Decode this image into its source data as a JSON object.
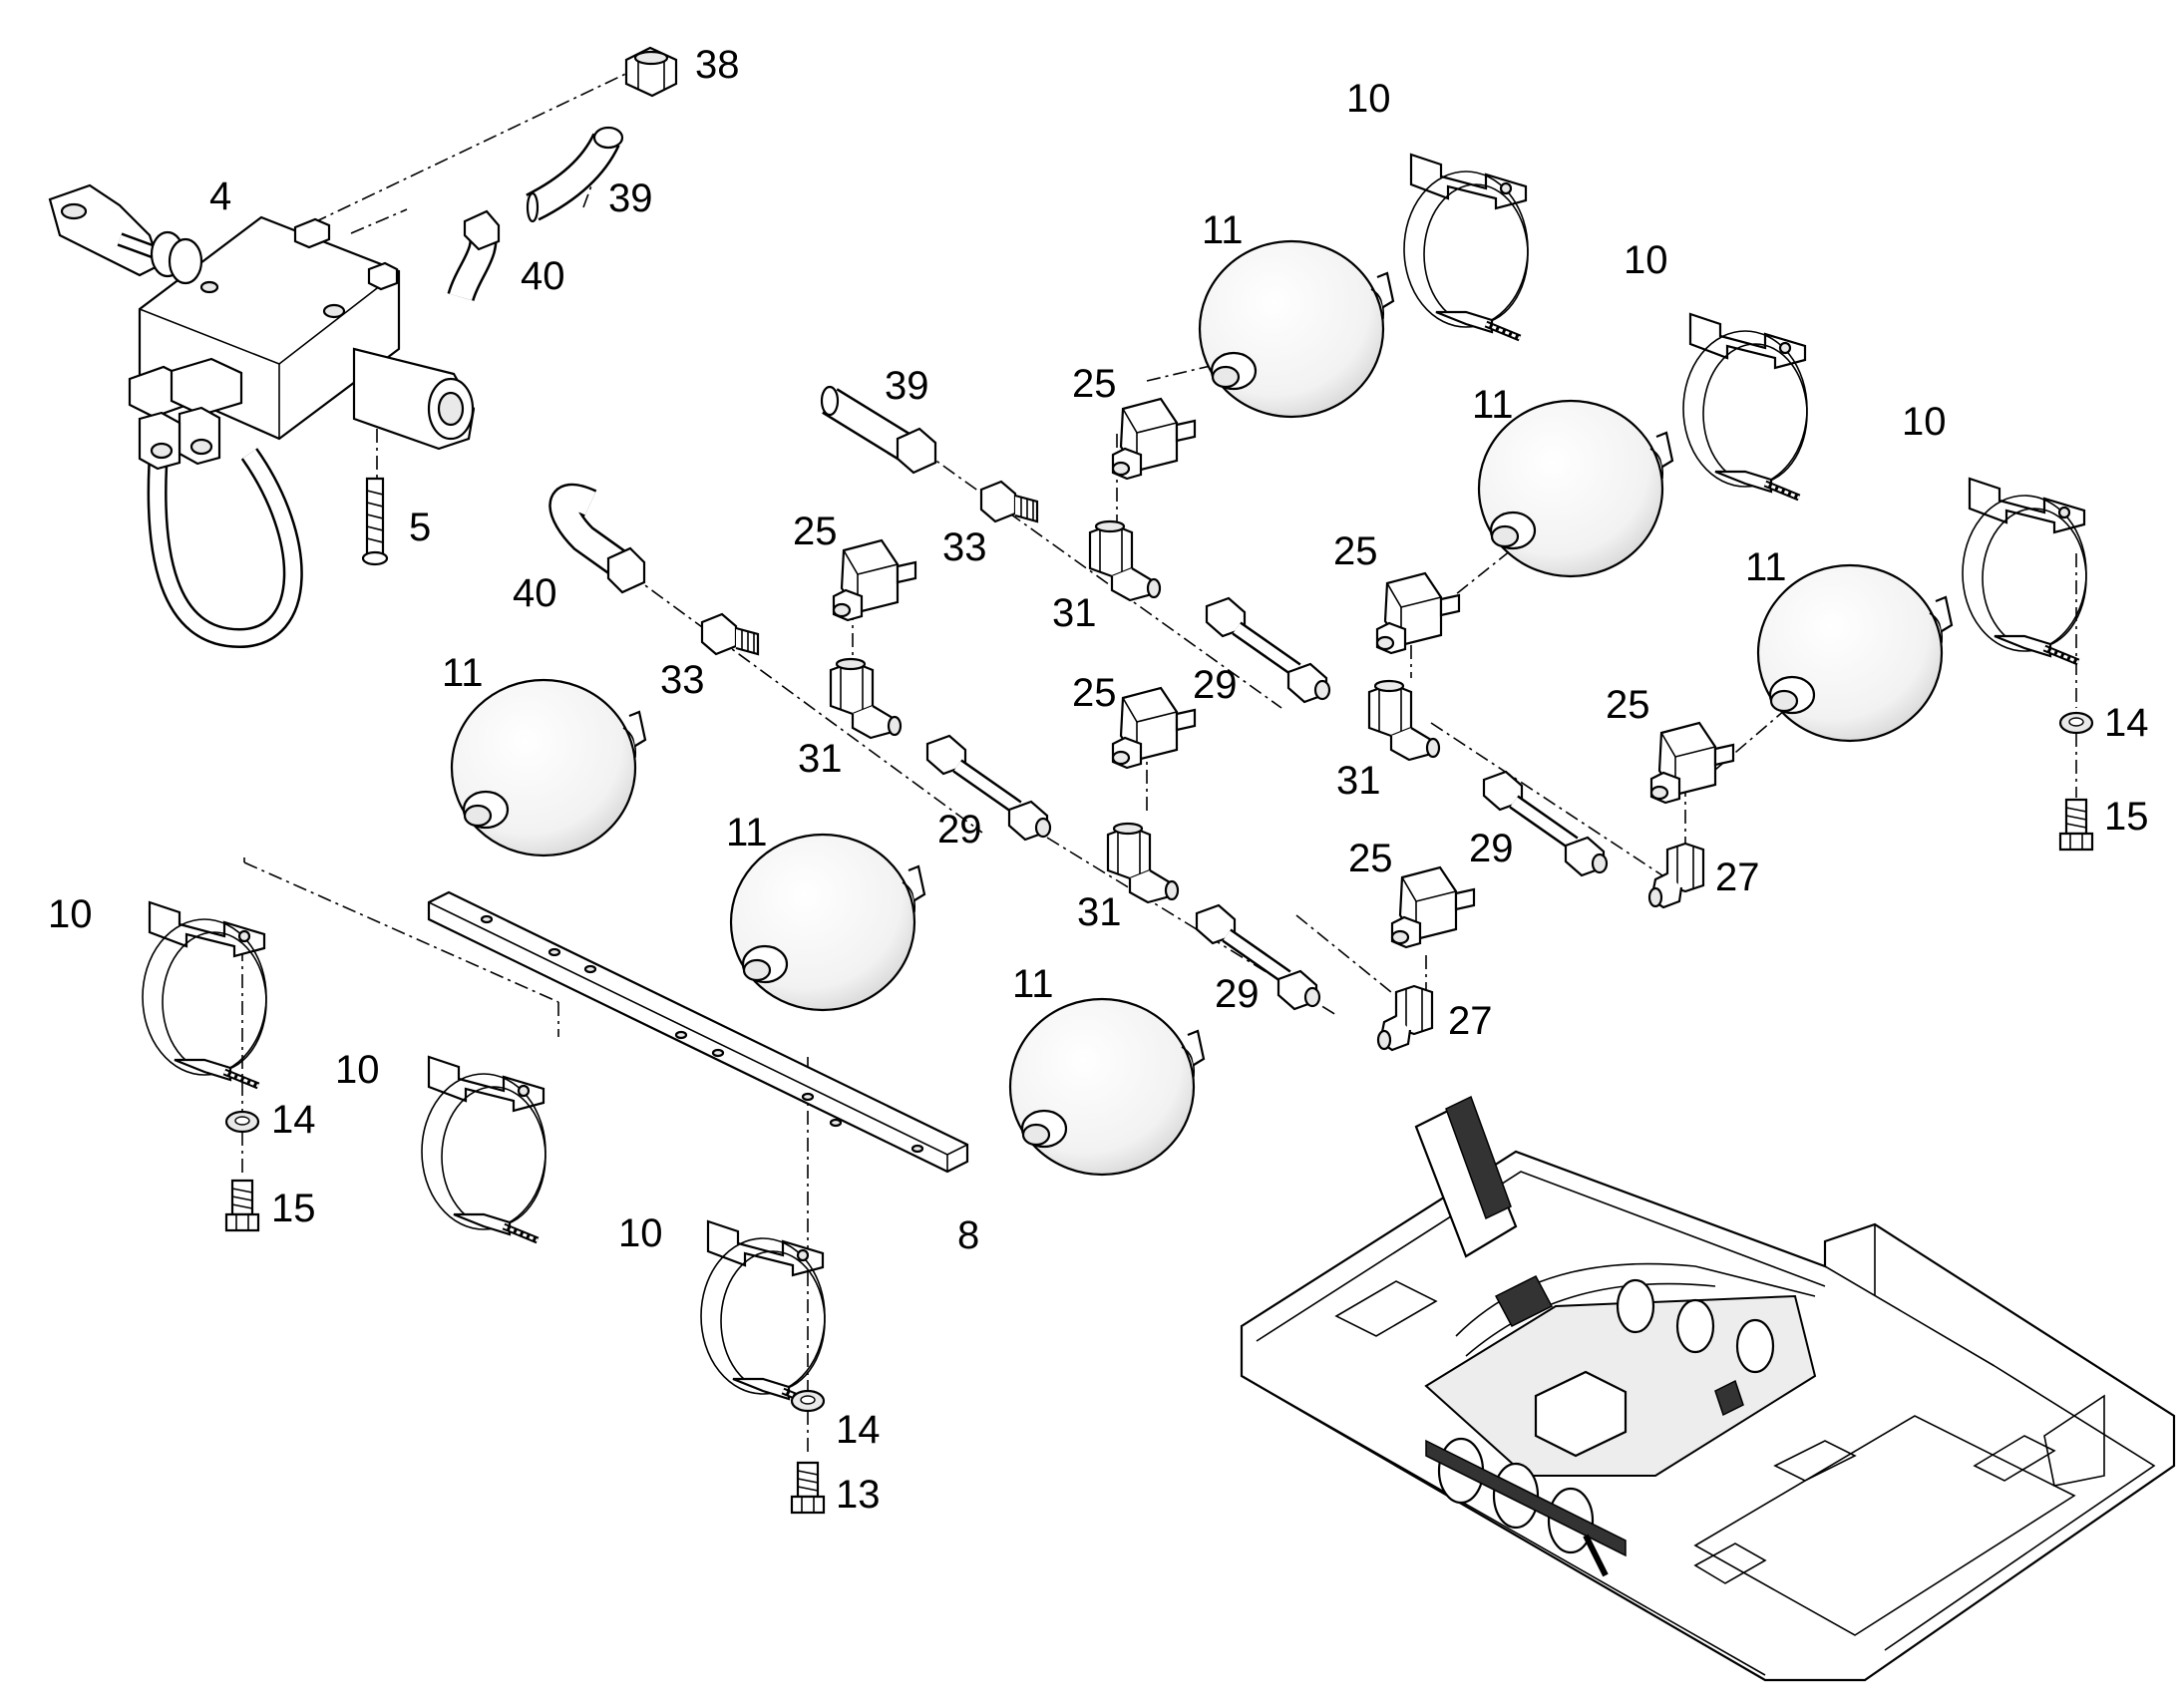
{
  "callouts": [
    {
      "id": "c38",
      "text": "38"
    },
    {
      "id": "c4",
      "text": "4"
    },
    {
      "id": "c39a",
      "text": "39"
    },
    {
      "id": "c40a",
      "text": "40"
    },
    {
      "id": "c5",
      "text": "5"
    },
    {
      "id": "c10a",
      "text": "10"
    },
    {
      "id": "c10b",
      "text": "10"
    },
    {
      "id": "c10c",
      "text": "10"
    },
    {
      "id": "c10d",
      "text": "10"
    },
    {
      "id": "c10e",
      "text": "10"
    },
    {
      "id": "c10f",
      "text": "10"
    },
    {
      "id": "c11a",
      "text": "11"
    },
    {
      "id": "c11b",
      "text": "11"
    },
    {
      "id": "c11c",
      "text": "11"
    },
    {
      "id": "c11d",
      "text": "11"
    },
    {
      "id": "c11e",
      "text": "11"
    },
    {
      "id": "c11f",
      "text": "11"
    },
    {
      "id": "c39b",
      "text": "39"
    },
    {
      "id": "c40b",
      "text": "40"
    },
    {
      "id": "c25a",
      "text": "25"
    },
    {
      "id": "c25b",
      "text": "25"
    },
    {
      "id": "c25c",
      "text": "25"
    },
    {
      "id": "c25d",
      "text": "25"
    },
    {
      "id": "c25e",
      "text": "25"
    },
    {
      "id": "c25f",
      "text": "25"
    },
    {
      "id": "c33a",
      "text": "33"
    },
    {
      "id": "c33b",
      "text": "33"
    },
    {
      "id": "c31a",
      "text": "31"
    },
    {
      "id": "c31b",
      "text": "31"
    },
    {
      "id": "c31c",
      "text": "31"
    },
    {
      "id": "c31d",
      "text": "31"
    },
    {
      "id": "c29a",
      "text": "29"
    },
    {
      "id": "c29b",
      "text": "29"
    },
    {
      "id": "c29c",
      "text": "29"
    },
    {
      "id": "c29d",
      "text": "29"
    },
    {
      "id": "c27a",
      "text": "27"
    },
    {
      "id": "c27b",
      "text": "27"
    },
    {
      "id": "c14a",
      "text": "14"
    },
    {
      "id": "c14b",
      "text": "14"
    },
    {
      "id": "c14c",
      "text": "14"
    },
    {
      "id": "c15a",
      "text": "15"
    },
    {
      "id": "c15b",
      "text": "15"
    },
    {
      "id": "c13",
      "text": "13"
    },
    {
      "id": "c8",
      "text": "8"
    }
  ]
}
